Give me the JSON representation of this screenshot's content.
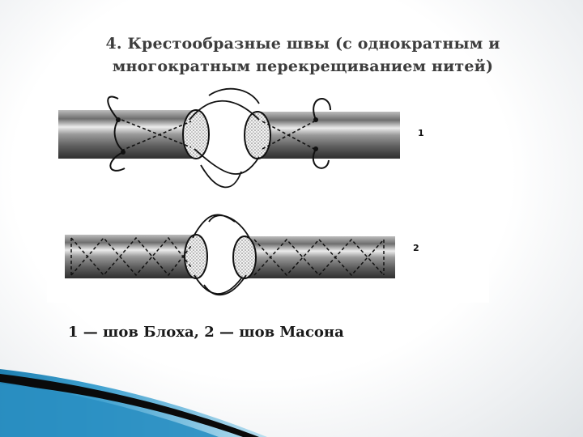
{
  "slide": {
    "title_line_1": "4. Крестообразные швы (с однократным и",
    "title_line_2": "многократным перекрещиванием нитей)",
    "figure": {
      "label_1": "1",
      "label_2": "2"
    },
    "caption": "1 — шов Блоха, 2 — шов Масона",
    "colors": {
      "title_text": "#3d3d3d",
      "caption_text": "#1a1a1a",
      "accent_blue": "#1f7fb0",
      "accent_dark": "#0a0a0a"
    }
  }
}
